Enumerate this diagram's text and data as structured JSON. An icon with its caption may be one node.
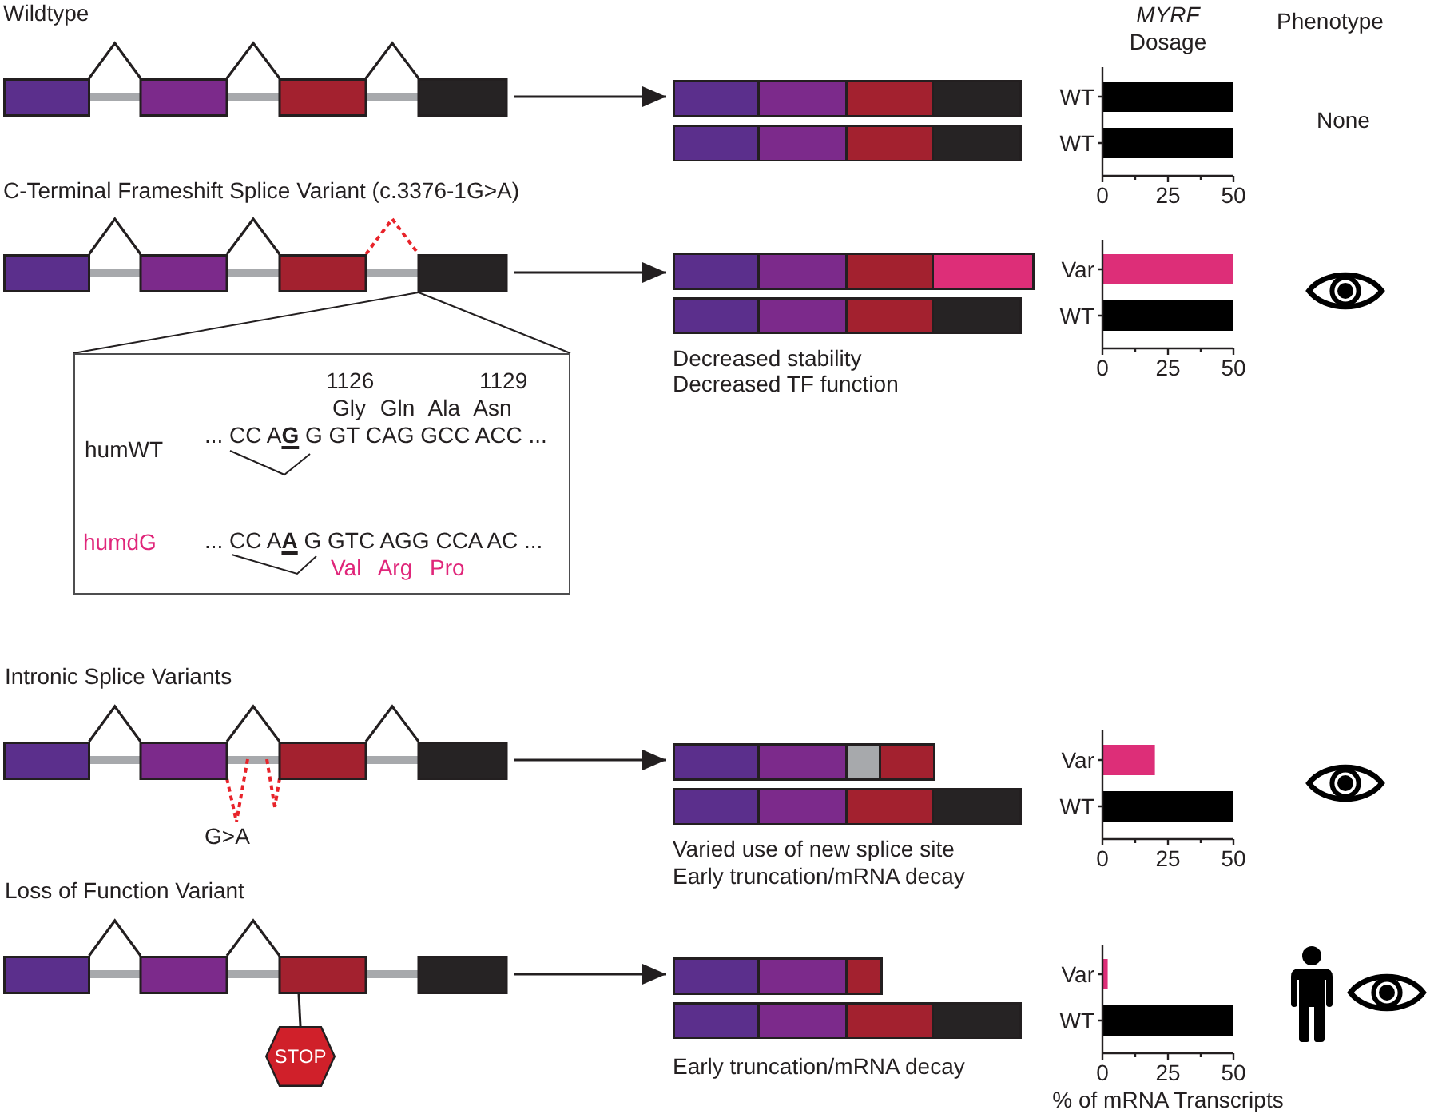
{
  "diagram": {
    "nodes": [
      {
        "text": [],
        "shape": "picture"
      },
      {
        "text": [],
        "shape": "picture"
      },
      {
        "text": [],
        "shape": "picture"
      },
      {
        "text": [],
        "shape": "picture",
        "beside": [
          "Decreased stability",
          "Decreased TF function"
        ]
      },
      {
        "text": [
          "1126",
          "1129",
          "Gly Gln Ala Asn",
          "humWT",
          "... CC A**G** G GT CAG GCC ACC ...",
          "humdG",
          "... CC A**A** G GTC AGG CCA AC ...",
          "Val Arg Pro"
        ]
      },
      {
        "text": [],
        "shape": "picture",
        "beside": [
          "G>A"
        ]
      },
      {
        "text": [],
        "shape": "picture",
        "beside": [
          "Varied use of new splice site",
          "Early truncation/mRNA decay"
        ]
      },
      {
        "text": [],
        "shape": "picture"
      },
      {
        "text": [
          "STOP"
        ]
      },
      {
        "text": [],
        "shape": "picture",
        "beside": [
          "Early truncation/mRNA decay"
        ]
      }
    ],
    "edges": [
      {
        "from": 0,
        "to": 1,
        "arrow": "to"
      },
      {
        "from": 2,
        "to": 3,
        "arrow": "to"
      },
      {
        "from": 2,
        "to": 4,
        "arrow": "none"
      },
      {
        "from": 2,
        "to": 4,
        "arrow": "none"
      },
      {
        "from": 5,
        "to": 6,
        "arrow": "to"
      },
      {
        "from": 7,
        "to": 8,
        "arrow": "none"
      },
      {
        "from": 7,
        "to": 9,
        "arrow": "to"
      }
    ],
    "labels": [
      "Wildtype",
      "*MYRF* Dosage",
      "Phenotype",
      "None",
      "C-Terminal Frameshift Splice Variant (c.3376-1G>A)",
      "Intronic Splice Variants",
      "Loss of Function Variant"
    ],
    "chart_data": [
      {
        "type": "bar",
        "orientation": "horizontal",
        "categories": [
          "WT",
          "WT"
        ],
        "series": [
          {
            "color": "#000000",
            "values": [
              50,
              50
            ]
          }
        ],
        "xlim": [
          0,
          50
        ],
        "xticks": [
          0,
          25,
          50
        ]
      },
      {
        "type": "bar",
        "orientation": "horizontal",
        "categories": [
          "Var",
          "WT"
        ],
        "series": [
          {
            "color": "#dd2e78",
            "values": [
              50,
              null
            ]
          },
          {
            "color": "#000000",
            "values": [
              null,
              50
            ]
          }
        ],
        "stacked": true,
        "xlim": [
          0,
          50
        ],
        "xticks": [
          0,
          25,
          50
        ]
      },
      {
        "type": "bar",
        "orientation": "horizontal",
        "categories": [
          "Var",
          "WT"
        ],
        "series": [
          {
            "color": "#dd2e78",
            "values": [
              20,
              null
            ]
          },
          {
            "color": "#000000",
            "values": [
              null,
              50
            ]
          }
        ],
        "stacked": true,
        "xlim": [
          0,
          50
        ],
        "xticks": [
          0,
          25,
          50
        ]
      },
      {
        "type": "bar",
        "orientation": "horizontal",
        "xlabel": "% of mRNA Transcripts",
        "categories": [
          "Var",
          "WT"
        ],
        "series": [
          {
            "color": "#dd2e78",
            "values": [
              2,
              null
            ]
          },
          {
            "color": "#000000",
            "values": [
              null,
              50
            ]
          }
        ],
        "stacked": true,
        "xlim": [
          0,
          50
        ],
        "xticks": [
          0,
          25,
          50
        ]
      }
    ]
  }
}
